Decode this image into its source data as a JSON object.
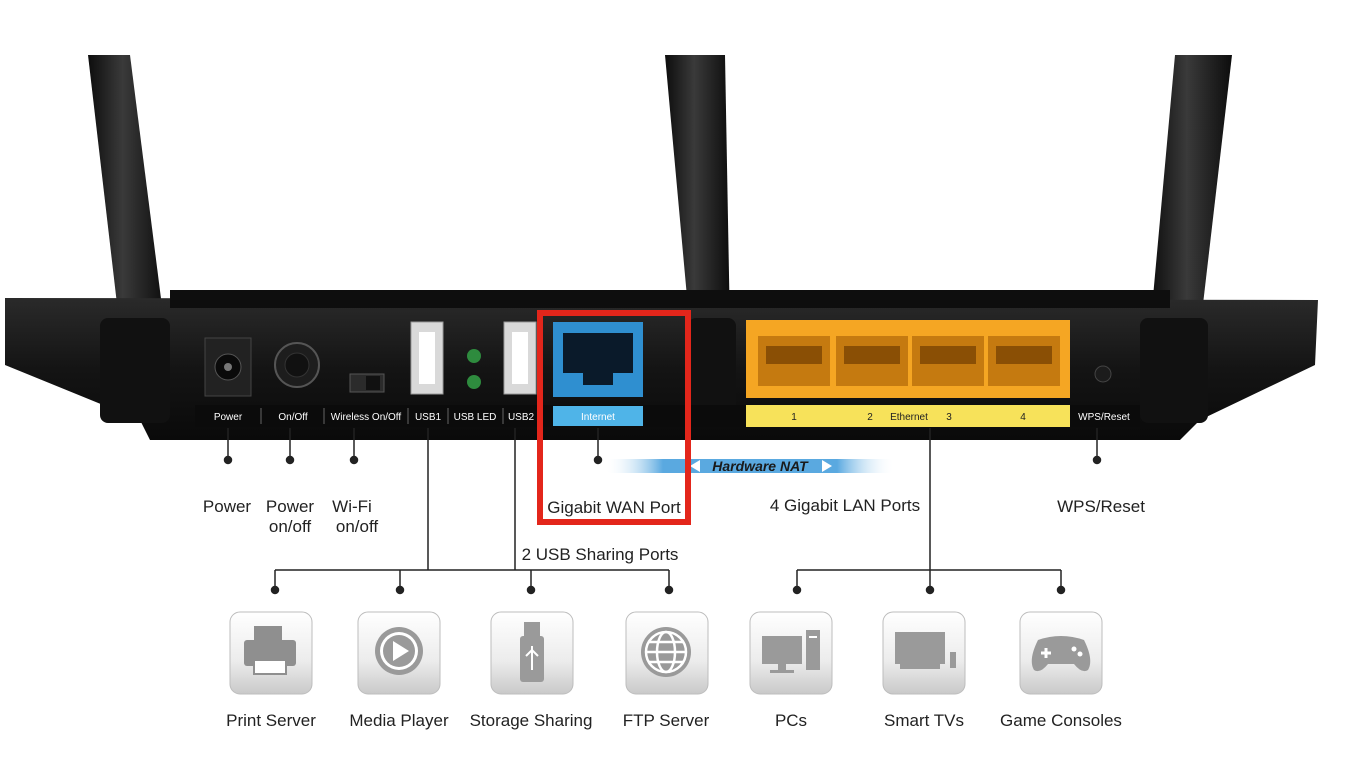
{
  "labels": {
    "power": "Power",
    "on_off": "On/Off",
    "wireless_on_off": "Wireless On/Off",
    "usb1": "USB1",
    "usb_led": "USB LED",
    "usb2": "USB2",
    "internet": "Internet",
    "lan1": "1",
    "lan2": "2",
    "ethernet": "Ethernet",
    "lan3": "3",
    "lan4": "4",
    "wps_reset": "WPS/Reset"
  },
  "hardware_nat": "Hardware NAT",
  "callouts": {
    "power": "Power",
    "power_on_off_1": "Power",
    "power_on_off_2": "on/off",
    "wifi_1": "Wi-Fi",
    "wifi_2": "on/off",
    "wan": "Gigabit WAN Port",
    "lan": "4 Gigabit LAN Ports",
    "wps": "WPS/Reset",
    "usb": "2 USB Sharing Ports"
  },
  "usb_apps": [
    {
      "label": "Print Server",
      "icon": "printer-icon"
    },
    {
      "label": "Media Player",
      "icon": "play-icon"
    },
    {
      "label": "Storage Sharing",
      "icon": "usb-drive-icon"
    },
    {
      "label": "FTP Server",
      "icon": "globe-icon"
    }
  ],
  "lan_apps": [
    {
      "label": "PCs",
      "icon": "desktop-pc-icon"
    },
    {
      "label": "Smart TVs",
      "icon": "tv-icon"
    },
    {
      "label": "Game Consoles",
      "icon": "gamepad-icon"
    }
  ],
  "colors": {
    "router_body": "#1a1a1a",
    "wan_port": "#2f8fd0",
    "lan_ports": "#f5a623",
    "lan_label_bar": "#f7e25a",
    "highlight": "#e3261b",
    "nat_arrow": "#3a8fcf"
  }
}
